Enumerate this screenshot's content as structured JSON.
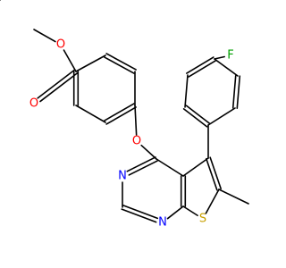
{
  "atoms": {
    "o_methyl": "O",
    "o_carbonyl": "O",
    "o_ether": "O",
    "n_top": "N",
    "n_bottom": "N",
    "s_thiophene": "S",
    "f_fluoro": "F"
  },
  "colors": {
    "bond": "#000000",
    "oxygen": "#ff0000",
    "nitrogen": "#0000ff",
    "sulfur": "#c8a000",
    "fluorine": "#00a000"
  }
}
